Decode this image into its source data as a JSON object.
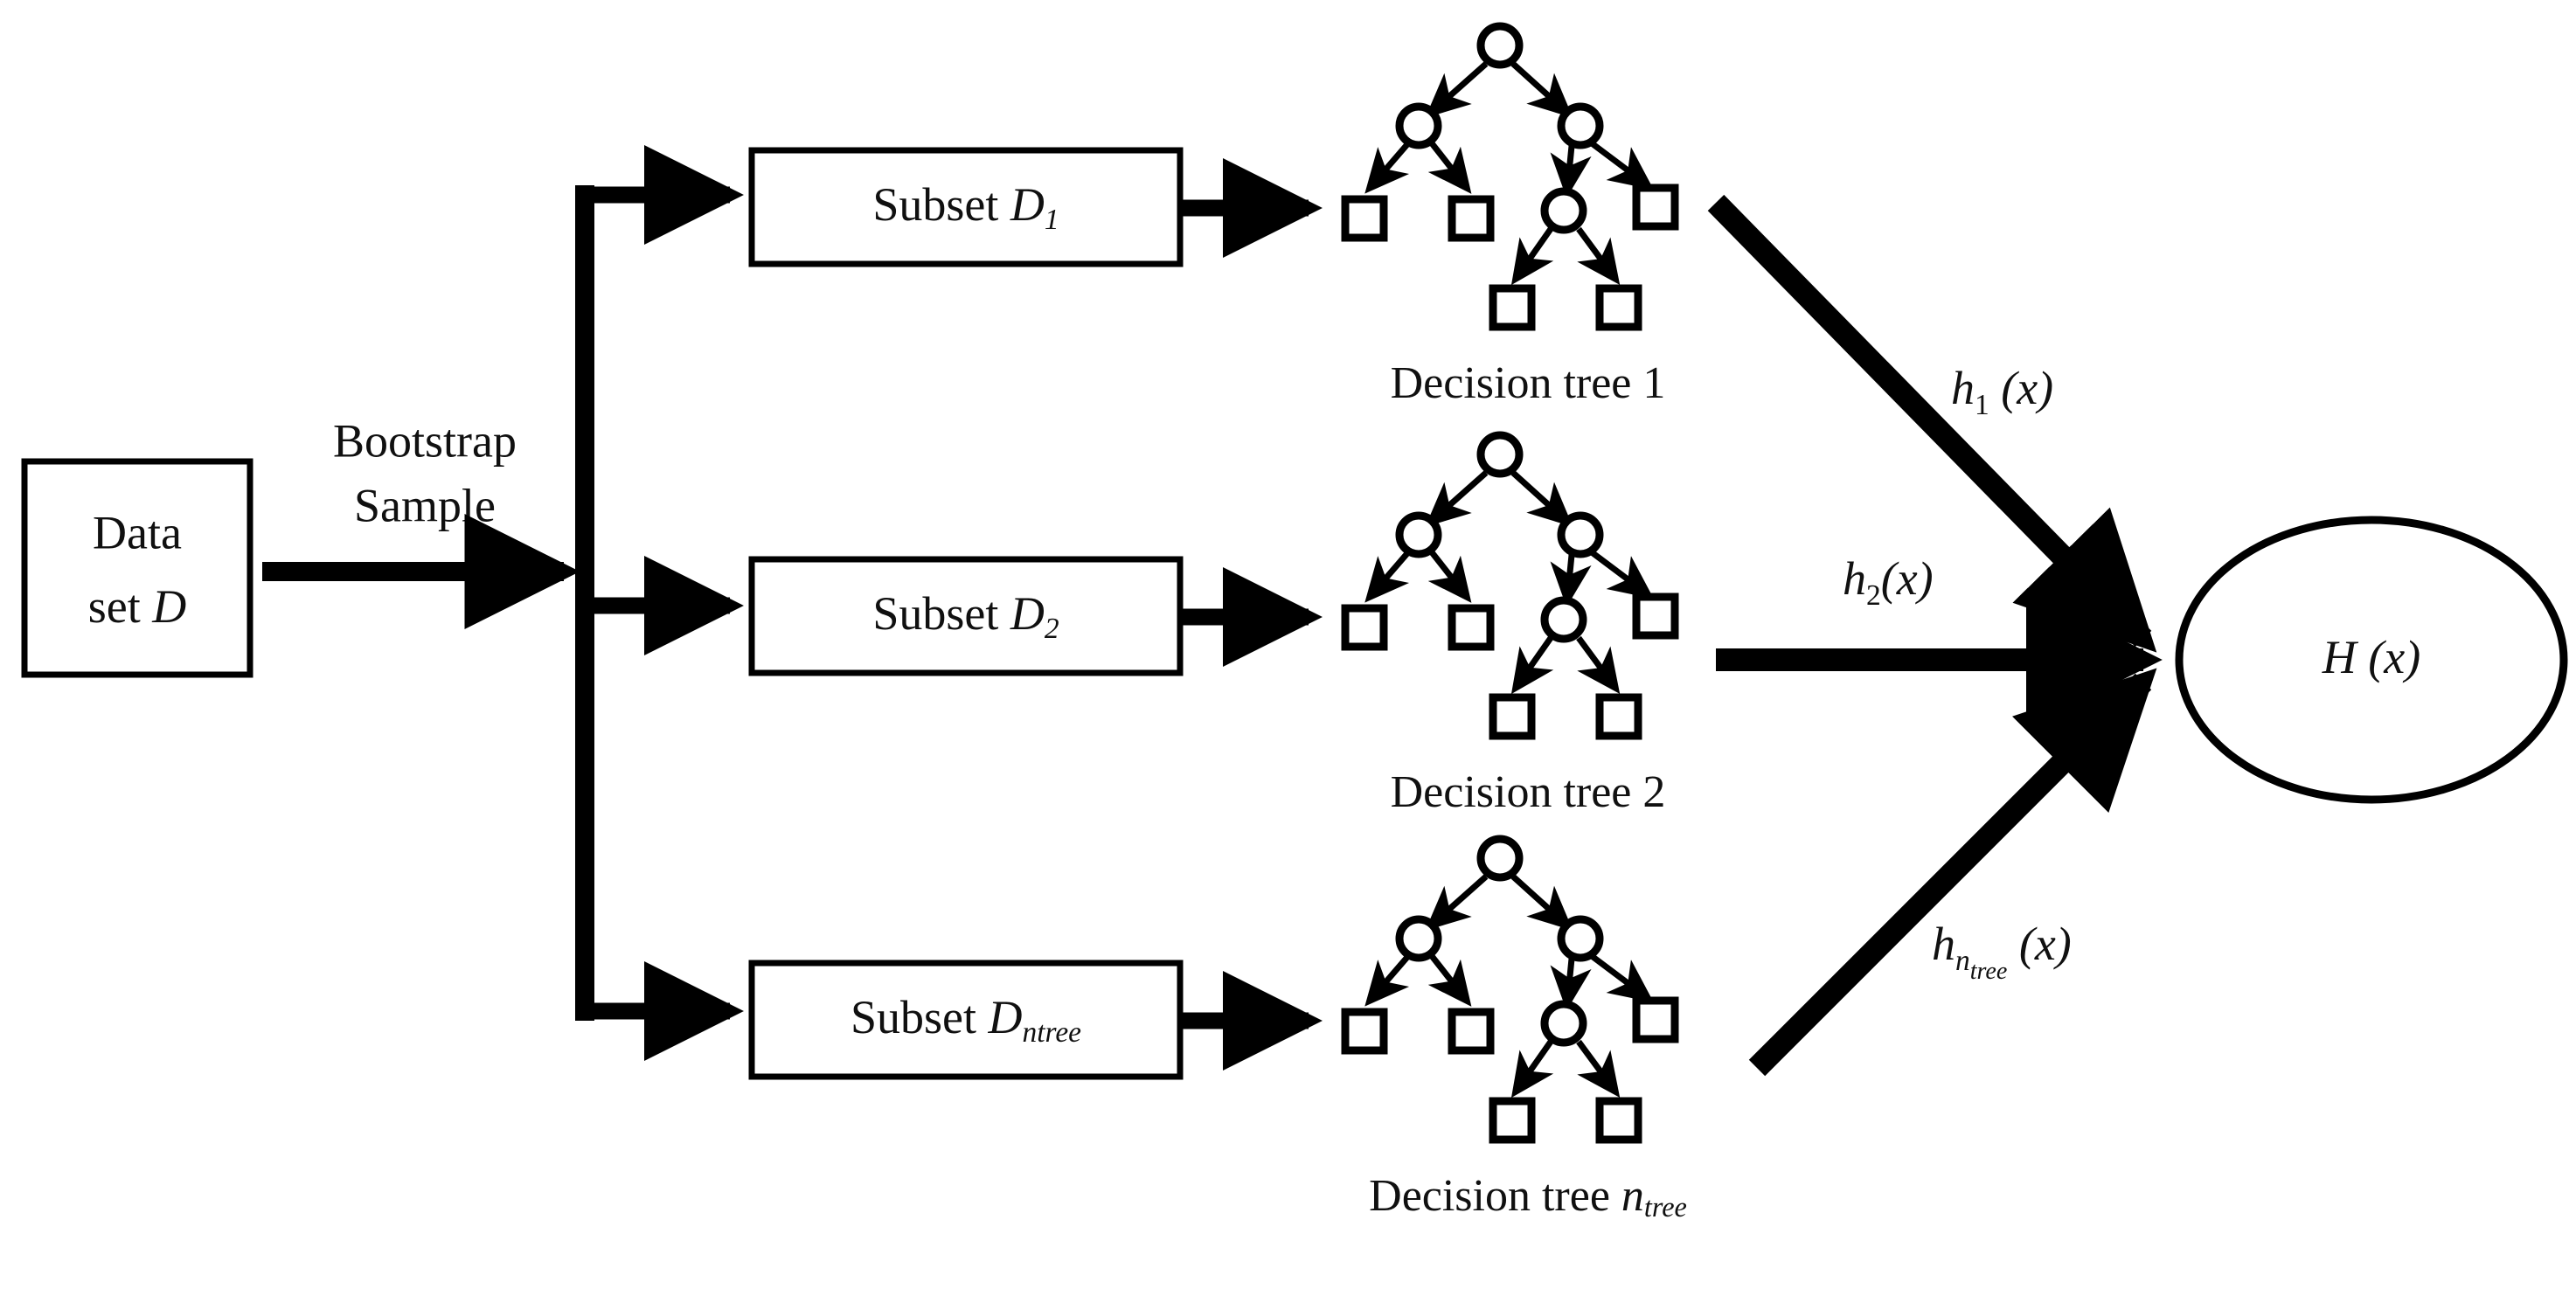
{
  "diagram": {
    "title": "Random Forest bootstrap aggregation schematic",
    "background_color": "#ffffff",
    "stroke_color": "#000000"
  },
  "source_node": {
    "line1": "Data",
    "line2_prefix": "set ",
    "line2_var": "D"
  },
  "bootstrap_label": {
    "line1": "Bootstrap",
    "line2": "Sample"
  },
  "subsets": [
    {
      "prefix": "Subset ",
      "var": "D",
      "sub": "1"
    },
    {
      "prefix": "Subset ",
      "var": "D",
      "sub": "2"
    },
    {
      "prefix": "Subset ",
      "var": "D",
      "sub": "ntree"
    }
  ],
  "trees": [
    {
      "prefix": "Decision tree ",
      "index": "1",
      "index_sub": ""
    },
    {
      "prefix": "Decision tree ",
      "index": "2",
      "index_sub": ""
    },
    {
      "prefix": "Decision tree ",
      "index": "n",
      "index_sub": "tree"
    }
  ],
  "tree_structure": {
    "nodes": [
      {
        "id": "root",
        "shape": "circle",
        "level": 0
      },
      {
        "id": "n-left",
        "shape": "circle",
        "level": 1
      },
      {
        "id": "n-right",
        "shape": "circle",
        "level": 1
      },
      {
        "id": "leaf-1",
        "shape": "square",
        "level": 2
      },
      {
        "id": "leaf-2",
        "shape": "square",
        "level": 2
      },
      {
        "id": "n-mid",
        "shape": "circle",
        "level": 2
      },
      {
        "id": "leaf-3",
        "shape": "square",
        "level": 2
      },
      {
        "id": "leaf-4",
        "shape": "square",
        "level": 3
      },
      {
        "id": "leaf-5",
        "shape": "square",
        "level": 3
      }
    ],
    "edges": [
      [
        "root",
        "n-left"
      ],
      [
        "root",
        "n-right"
      ],
      [
        "n-left",
        "leaf-1"
      ],
      [
        "n-left",
        "leaf-2"
      ],
      [
        "n-right",
        "n-mid"
      ],
      [
        "n-right",
        "leaf-3"
      ],
      [
        "n-mid",
        "leaf-4"
      ],
      [
        "n-mid",
        "leaf-5"
      ]
    ],
    "circle_count": 4,
    "square_count": 5
  },
  "predictions": [
    {
      "fn": "h",
      "sub": "1",
      "subsub": "",
      "arg": "(x)"
    },
    {
      "fn": "h",
      "sub": "2",
      "subsub": "",
      "arg": "(x)"
    },
    {
      "fn": "h",
      "sub": "n",
      "subsub": "tree",
      "arg": "(x)"
    }
  ],
  "output_node": {
    "fn": "H",
    "arg": "(x)",
    "shape": "ellipse"
  }
}
